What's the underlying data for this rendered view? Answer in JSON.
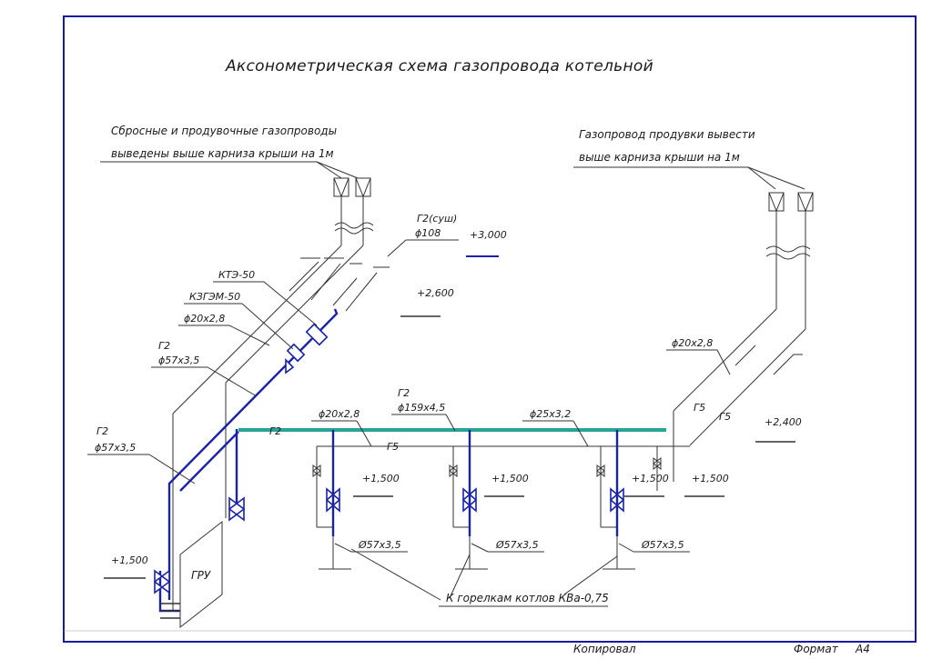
{
  "title": "Аксонометрическая схема газопровода котельной",
  "notes": {
    "left_1": "Сбросные и продувочные газопроводы",
    "left_2": "выведены выше карниза крыши на 1м",
    "right_1": "Газопровод продувки вывести",
    "right_2": "выше карниза крыши на 1м"
  },
  "labels": {
    "g2_sush": "Г2(суш)",
    "d108": "ϕ108",
    "elev_3000": "+3,000",
    "kte50": "КТЭ-50",
    "kzgem50": "КЗГЭМ-50",
    "d20_left": "ϕ20x2,8",
    "g2_a": "Г2",
    "d57_a": "ϕ57x3,5",
    "elev_2600": "+2,600",
    "g2_b": "Г2",
    "d57_b": "ϕ57x3,5",
    "g2_main": "Г2",
    "g2_c": "Г2",
    "d159": "ϕ159x4,5",
    "d20_mid": "ϕ20x2,8",
    "g5_mid": "Г5",
    "d25": "ϕ25x3,2",
    "d20_right": "ϕ20x2,8",
    "g5_r1": "Г5",
    "g5_r2": "Г5",
    "elev_2400": "+2,400",
    "elev_1500_a": "+1,500",
    "elev_1500_b": "+1,500",
    "elev_1500_c": "+1,500",
    "elev_1500_d": "+1,500",
    "elev_1500_gru": "+1,500",
    "d57_c": "Ø57x3,5",
    "d57_d": "Ø57x3,5",
    "d57_e": "Ø57x3,5",
    "burners": "К горелкам котлов КВа-0,75",
    "gru": "ГРУ"
  },
  "stamp": {
    "copied": "Копировал",
    "format_label": "Формат",
    "format_value": "А4"
  },
  "colors": {
    "border": "#1a1aa0",
    "pipe_blue": "#1a22a8",
    "pipe_teal": "#27a39a",
    "line": "#333333"
  }
}
